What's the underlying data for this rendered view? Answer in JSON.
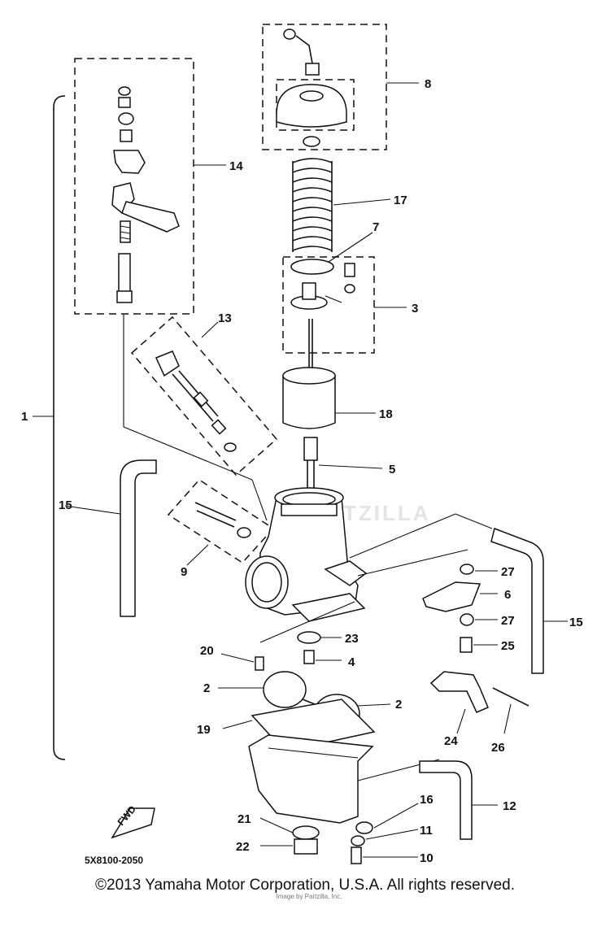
{
  "diagram": {
    "part_numbers": [
      "1",
      "2",
      "2",
      "3",
      "4",
      "5",
      "6",
      "7",
      "8",
      "9",
      "10",
      "11",
      "12",
      "13",
      "14",
      "15",
      "15",
      "16",
      "17",
      "18",
      "19",
      "20",
      "21",
      "22",
      "23",
      "24",
      "25",
      "26",
      "27",
      "27"
    ],
    "drawing_code": "5X8100-2050",
    "fwd_mark": "FWD",
    "watermark": "PARTZILLA"
  },
  "footer": {
    "copyright": "©2013 Yamaha Motor Corporation, U.S.A. All rights reserved.",
    "source": "Image by Partzilla, Inc."
  }
}
